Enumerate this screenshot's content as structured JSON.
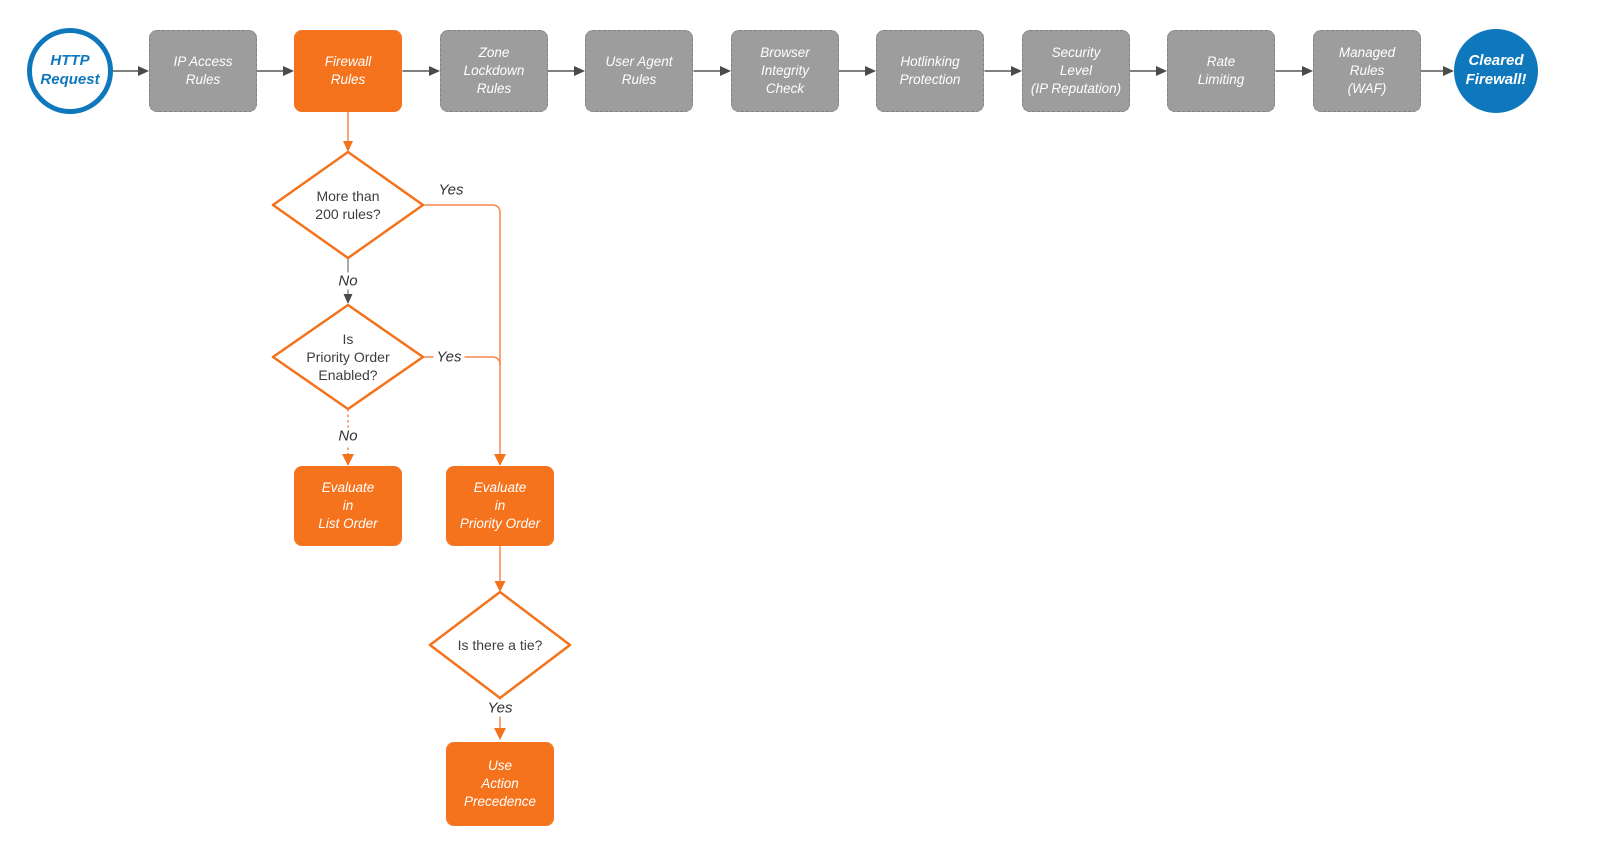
{
  "colors": {
    "accent_blue": "#0f78bd",
    "box_gray": "#9d9d9d",
    "box_orange": "#f5731d",
    "line_orange": "#f8864d",
    "line_gray": "#565656",
    "diamond_stroke": "#f4721b"
  },
  "nodes": {
    "start": "HTTP\nRequest",
    "pipeline": [
      {
        "label": "IP Access\nRules"
      },
      {
        "label": "Firewall\nRules"
      },
      {
        "label": "Zone\nLockdown\nRules"
      },
      {
        "label": "User Agent\nRules"
      },
      {
        "label": "Browser\nIntegrity\nCheck"
      },
      {
        "label": "Hotlinking\nProtection"
      },
      {
        "label": "Security\nLevel\n(IP Reputation)"
      },
      {
        "label": "Rate\nLimiting"
      },
      {
        "label": "Managed\nRules\n(WAF)"
      }
    ],
    "end": "Cleared\nFirewall!",
    "decision_more_rules": "More than\n200 rules?",
    "decision_priority_enabled": "Is\nPriority Order\nEnabled?",
    "decision_tie": "Is there a tie?",
    "evaluate_list": "Evaluate\nin\nList Order",
    "evaluate_priority": "Evaluate\nin\nPriority Order",
    "action_precedence": "Use\nAction\nPrecedence"
  },
  "edge_labels": {
    "d1_yes": "Yes",
    "d1_no": "No",
    "d2_yes": "Yes",
    "d2_no": "No",
    "d3_yes": "Yes"
  }
}
